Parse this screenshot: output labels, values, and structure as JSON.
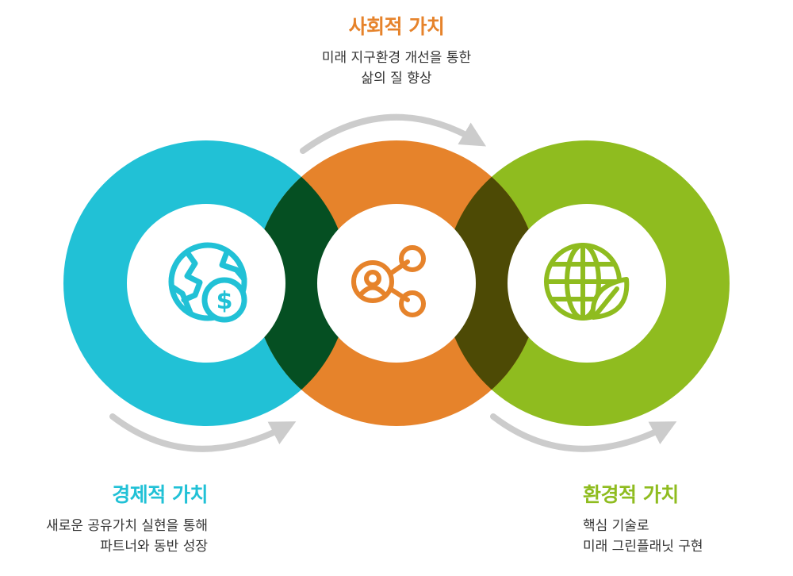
{
  "colors": {
    "economic": "#21c1d6",
    "social": "#e6832b",
    "environmental": "#8fbc1f",
    "overlap_left": "#054f22",
    "overlap_right": "#4d4a05",
    "arrow": "#cccccc",
    "text": "#333333"
  },
  "icons": {
    "economic": "globe-dollar-icon",
    "social": "share-network-icon",
    "environmental": "globe-leaf-icon"
  },
  "social": {
    "title": "사회적 가치",
    "desc_line1": "미래 지구환경 개선을 통한",
    "desc_line2": "삶의 질 향상"
  },
  "economic": {
    "title": "경제적 가치",
    "desc_line1": "새로운 공유가치 실현을 통해",
    "desc_line2": "파트너와 동반 성장"
  },
  "environmental": {
    "title": "환경적 가치",
    "desc_line1": "핵심 기술로",
    "desc_line2": "미래 그린플래닛 구현"
  }
}
